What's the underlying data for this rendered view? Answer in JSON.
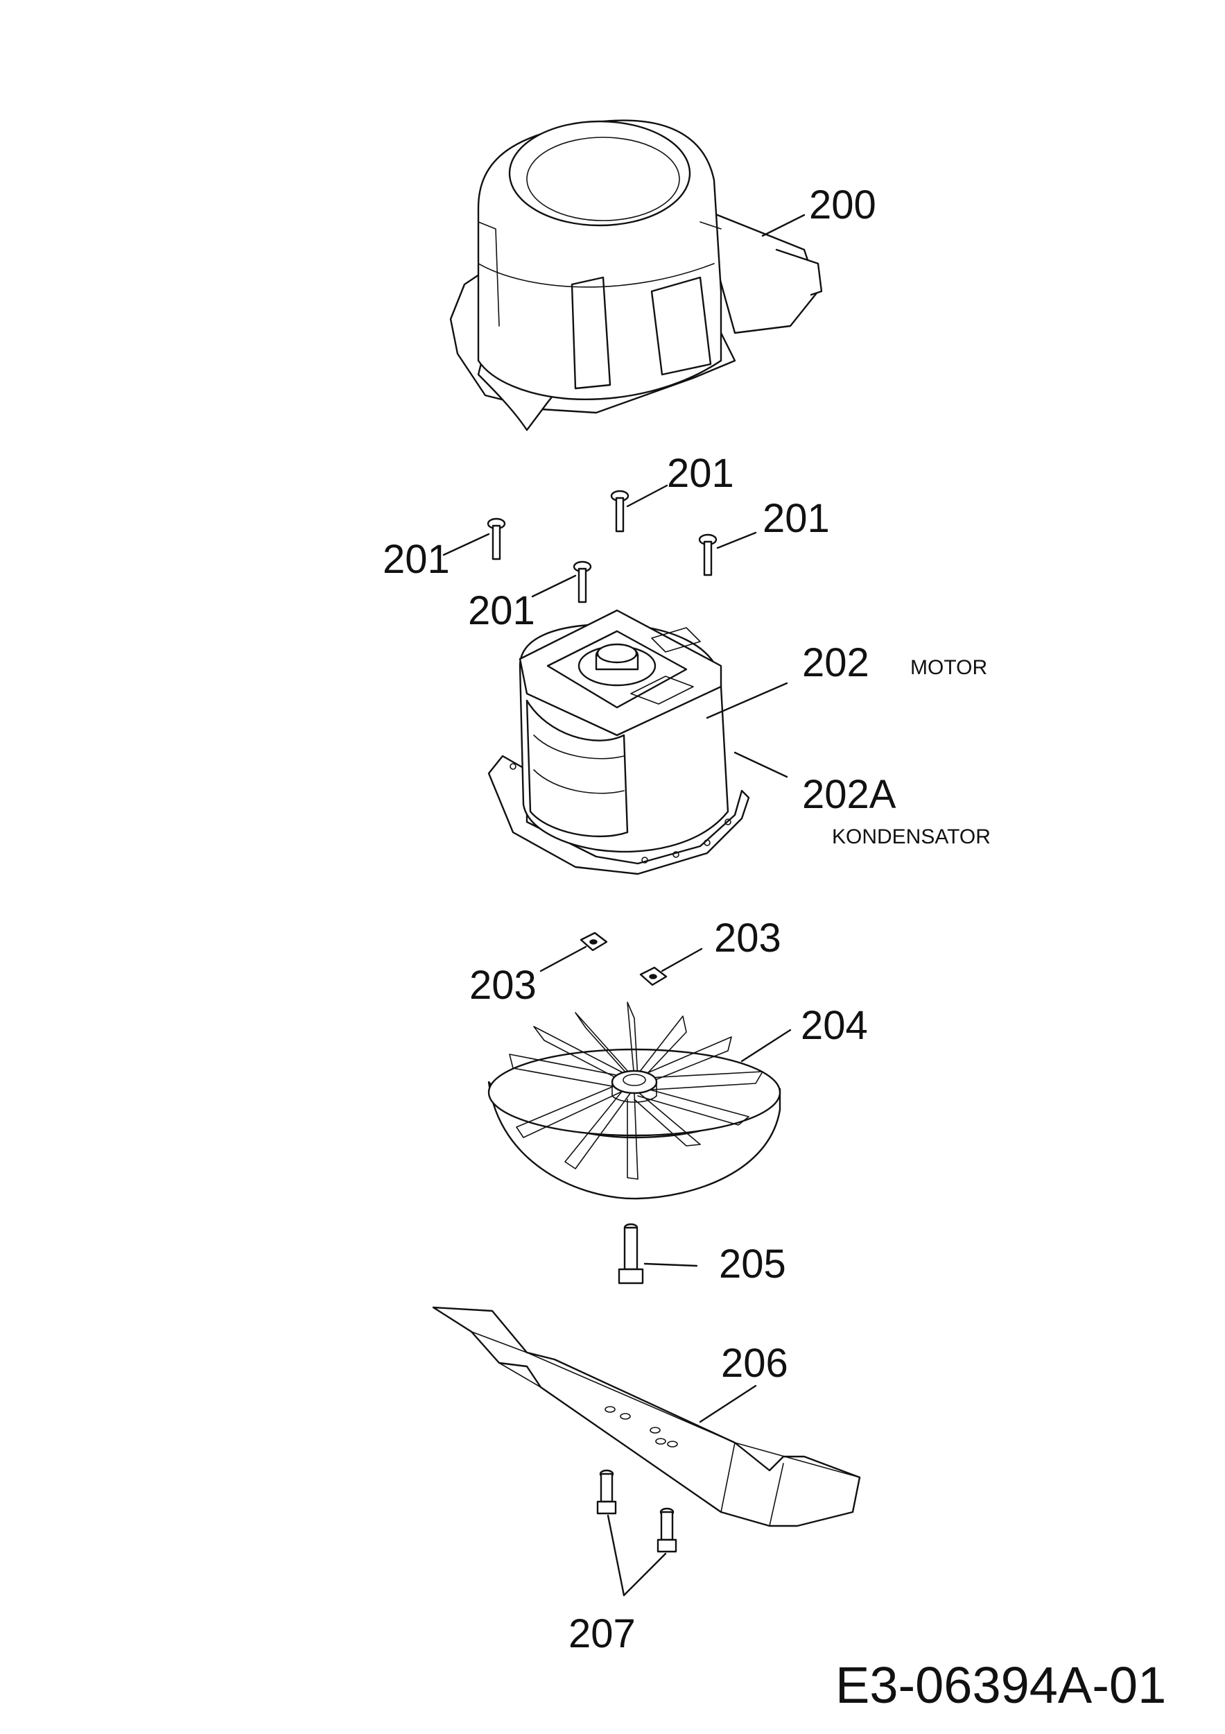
{
  "callouts": {
    "c200": "200",
    "c201a": "201",
    "c201b": "201",
    "c201c": "201",
    "c201d": "201",
    "c202": "202",
    "c202a": "202A",
    "c203a": "203",
    "c203b": "203",
    "c204": "204",
    "c205": "205",
    "c206": "206",
    "c207": "207"
  },
  "descriptions": {
    "motor": "MOTOR",
    "kondensator": "KONDENSATOR"
  },
  "drawing_number": "E3-06394A-01"
}
